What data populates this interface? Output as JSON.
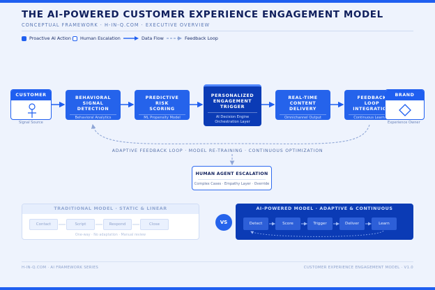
{
  "header": {
    "title": "THE AI-POWERED CUSTOMER EXPERIENCE ENGAGEMENT MODEL",
    "subtitle": "CONCEPTUAL FRAMEWORK · H-IN-Q.COM · EXECUTIVE OVERVIEW"
  },
  "legend": {
    "items": [
      "Proactive AI Action",
      "Human Escalation",
      "Data Flow",
      "Feedback Loop"
    ]
  },
  "colors": {
    "primary": "#2563eb",
    "dark": "#0b3bb5",
    "background": "#eef3fd",
    "navy": "#0f1f5c"
  },
  "flow": {
    "customer": {
      "label": "CUSTOMER",
      "caption": "Signal Source",
      "icon": "person-icon"
    },
    "brand": {
      "label": "BRAND",
      "caption": "Experience Owner",
      "icon": "diamond-icon"
    },
    "nodes": [
      {
        "lines": [
          "BEHAVIORAL",
          "SIGNAL",
          "DETECTION"
        ],
        "sub": "Behavioral Analytics"
      },
      {
        "lines": [
          "PREDICTIVE",
          "RISK",
          "SCORING"
        ],
        "sub": "ML Propensity Model"
      },
      {
        "lines": [
          "PERSONALIZED",
          "ENGAGEMENT",
          "TRIGGER"
        ],
        "sub1": "AI Decision Engine",
        "sub2": "Orchestration Layer"
      },
      {
        "lines": [
          "REAL-TIME",
          "CONTENT",
          "DELIVERY"
        ],
        "sub": "Omnichannel Output"
      },
      {
        "lines": [
          "FEEDBACK",
          "LOOP",
          "INTEGRATION"
        ],
        "sub": "Continuous Learning"
      }
    ]
  },
  "loop_caption": "ADAPTIVE FEEDBACK LOOP · MODEL RE-TRAINING · CONTINUOUS OPTIMIZATION",
  "human": {
    "title": "HUMAN AGENT ESCALATION",
    "sub": "Complex Cases · Empathy Layer · Override"
  },
  "comparison": {
    "traditional": {
      "title": "TRADITIONAL MODEL · STATIC & LINEAR",
      "steps": [
        "Contact",
        "Script",
        "Respond",
        "Close"
      ],
      "footer": "One-way · No adaptation · Manual review"
    },
    "vs": "VS",
    "ai": {
      "title": "AI-POWERED MODEL · ADAPTIVE & CONTINUOUS",
      "steps": [
        "Detect",
        "Score",
        "Trigger",
        "Deliver",
        "Learn"
      ]
    }
  },
  "footer": {
    "left": "H-IN-Q.COM · AI FRAMEWORK SERIES",
    "right": "CUSTOMER EXPERIENCE ENGAGEMENT MODEL · V1.0"
  }
}
